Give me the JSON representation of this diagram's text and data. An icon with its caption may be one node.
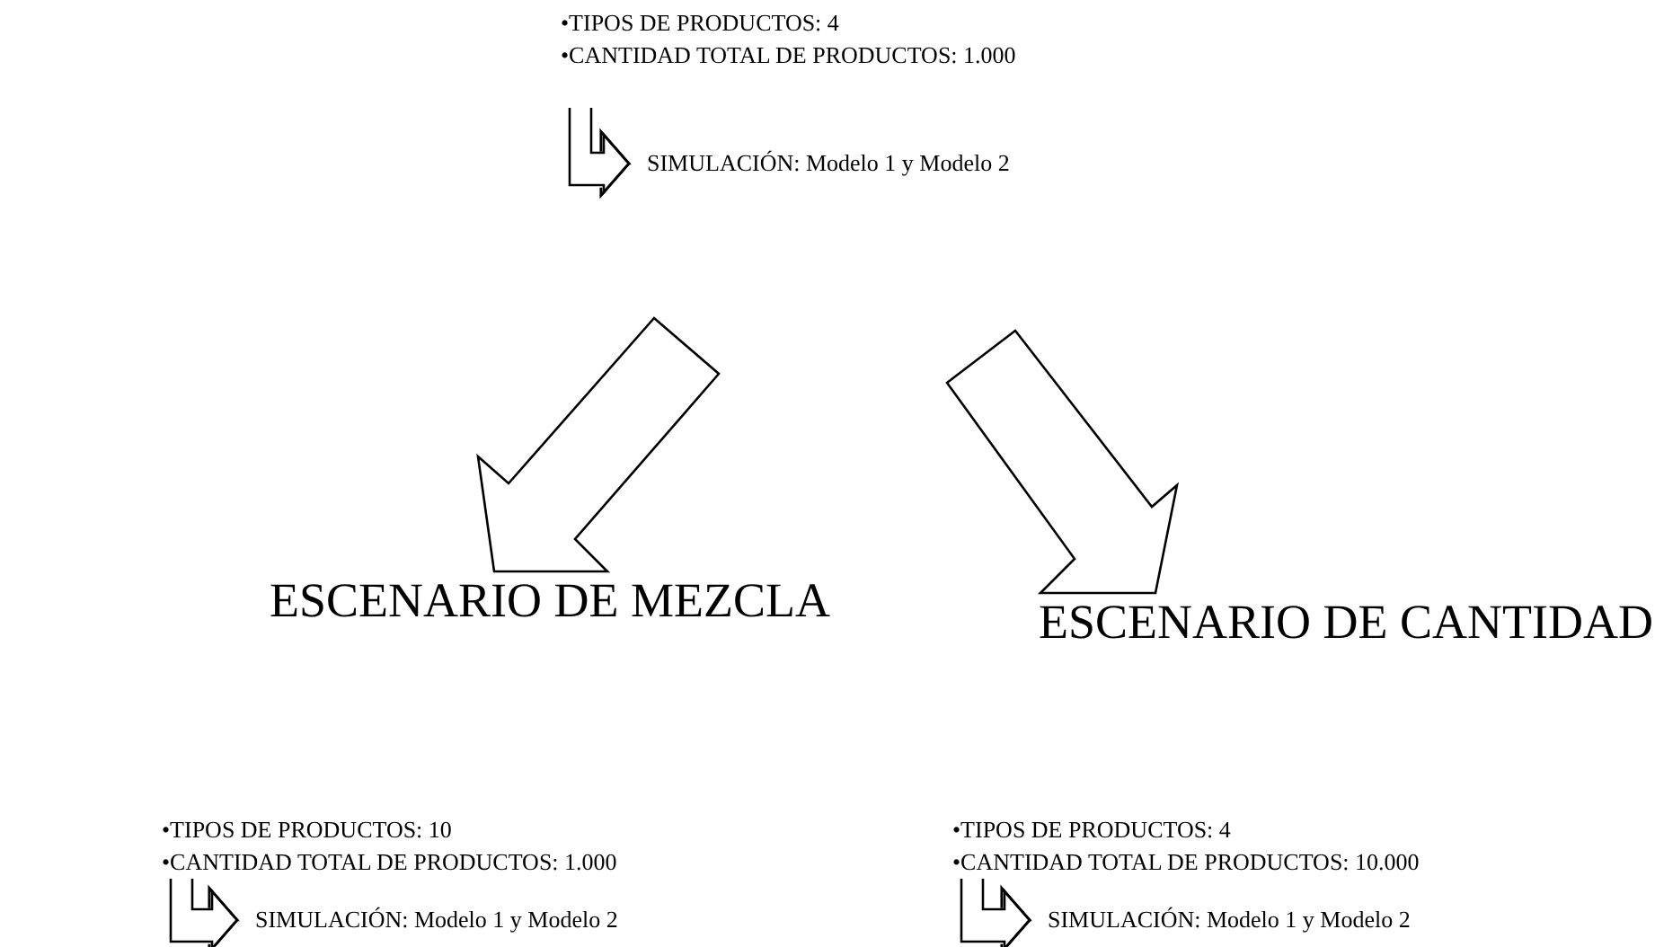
{
  "diagram": {
    "nodes": [
      {
        "text": [
          "•TIPOS DE PRODUCTOS: 4",
          "•CANTIDAD TOTAL DE PRODUCTOS: 1.000"
        ]
      },
      {
        "text": [
          "SIMULACIÓN: Modelo 1 y Modelo 2"
        ]
      },
      {
        "text": [
          "ESCENARIO DE MEZCLA"
        ]
      },
      {
        "text": [
          "ESCENARIO DE CANTIDAD"
        ]
      },
      {
        "text": [
          "•TIPOS DE PRODUCTOS: 10",
          "•CANTIDAD TOTAL DE PRODUCTOS: 1.000"
        ]
      },
      {
        "text": [
          "SIMULACIÓN: Modelo 1 y Modelo 2"
        ]
      },
      {
        "text": [
          "•TIPOS DE PRODUCTOS: 4",
          "•CANTIDAD TOTAL DE PRODUCTOS: 10.000"
        ]
      },
      {
        "text": [
          "SIMULACIÓN: Modelo 1 y Modelo 2"
        ]
      }
    ],
    "edges": [
      {
        "from": 0,
        "to": 1,
        "arrow": "to"
      },
      {
        "from": null,
        "to": 2,
        "arrow": "to"
      },
      {
        "from": null,
        "to": 3,
        "arrow": "to"
      },
      {
        "from": 4,
        "to": 5,
        "arrow": "to"
      },
      {
        "from": 6,
        "to": 7,
        "arrow": "to"
      }
    ]
  }
}
